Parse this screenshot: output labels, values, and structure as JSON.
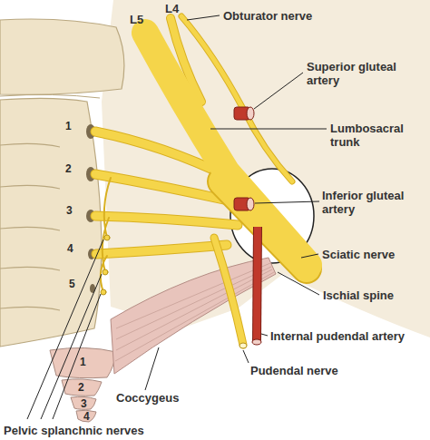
{
  "diagram": {
    "labels": [
      "L4",
      "L5",
      "Obturator nerve",
      "Superior gluteal artery",
      "Lumbosacral trunk",
      "Inferior gluteal artery",
      "Sciatic nerve",
      "Ischial spine",
      "Internal pudendal artery",
      "Pudendal nerve",
      "Coccygeus",
      "Pelvic splanchnic nerves",
      "1",
      "2",
      "3",
      "4",
      "5",
      "1",
      "2",
      "3",
      "4"
    ]
  }
}
